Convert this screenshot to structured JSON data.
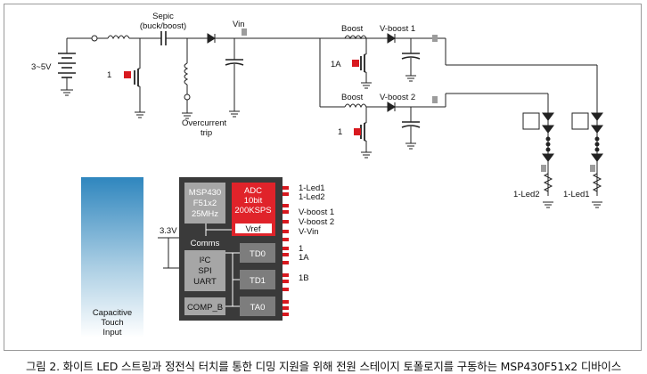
{
  "caption": "그림 2. 화이트 LED 스트링과 정전식 터치를 통한 디밍 지원을 위해 전원 스테이지 토폴로지를 구동하는 MSP430F51x2 디바이스",
  "power": {
    "battery": "3~5V",
    "sepic_line1": "Sepic",
    "sepic_line2": "(buck/boost)",
    "vin": "Vin",
    "overcurrent_line1": "Overcurrent",
    "overcurrent_line2": "trip",
    "sepic_gate": "1",
    "boost1": "Boost",
    "vboost1": "V-boost 1",
    "boost1_gate": "1A",
    "boost2": "Boost",
    "vboost2": "V-boost 2",
    "boost2_gate": "1",
    "led_left": "1-Led2",
    "led_right": "1-Led1"
  },
  "mcu": {
    "part_line1": "MSP430",
    "part_line2": "F51x2",
    "part_line3": "25MHz",
    "adc_line1": "ADC",
    "adc_line2": "10bit",
    "adc_line3": "200KSPS",
    "vref": "Vref",
    "comms": "Comms",
    "i2c": "I²C",
    "spi": "SPI",
    "uart": "UART",
    "comp": "COMP_B",
    "td0": "TD0",
    "td1": "TD1",
    "ta0": "TA0",
    "supply": "3.3V",
    "adc_inputs": [
      "1-Led1",
      "1-Led2",
      "V-boost 1",
      "V-boost 2",
      "V-Vin"
    ],
    "td0_outputs": [
      "1",
      "1A"
    ],
    "td1_output": "1B"
  },
  "touch": {
    "line1": "Capacitive",
    "line2": "Touch",
    "line3": "Input"
  },
  "colors": {
    "adc_red": "#e0232a",
    "arrow_red": "#d8191f",
    "arrow_gray": "#9c9c9c",
    "block_gray": "#a6a6a6",
    "timer_gray": "#7d7d7d",
    "touch_top": "#ffffff",
    "touch_bottom": "#2f86be"
  }
}
